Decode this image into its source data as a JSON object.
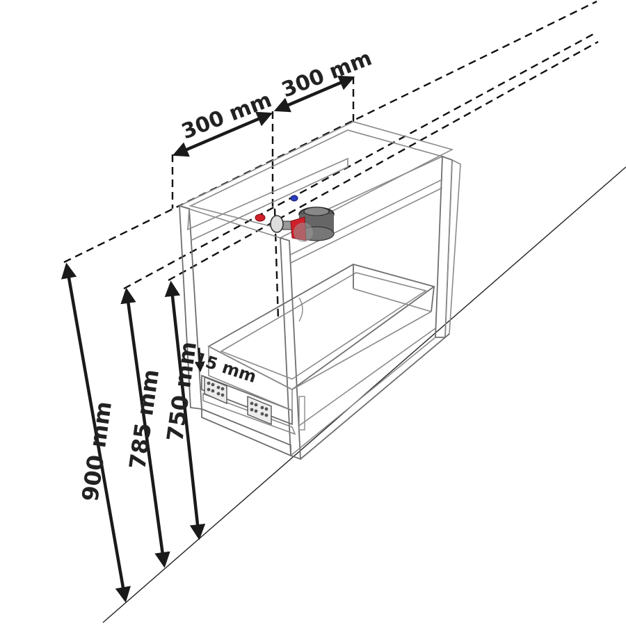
{
  "dimensions": {
    "width_left": "300 mm",
    "width_right": "300 mm",
    "height_total": "900 mm",
    "height_middle": "785 mm",
    "height_inner": "750 mm",
    "offset": "15 mm"
  },
  "colors": {
    "line": "#1a1a1a",
    "frame": "#8a8a8a",
    "hot_valve": "#d0202a",
    "cold_valve": "#2a3fbf",
    "siphon": "#444444"
  }
}
